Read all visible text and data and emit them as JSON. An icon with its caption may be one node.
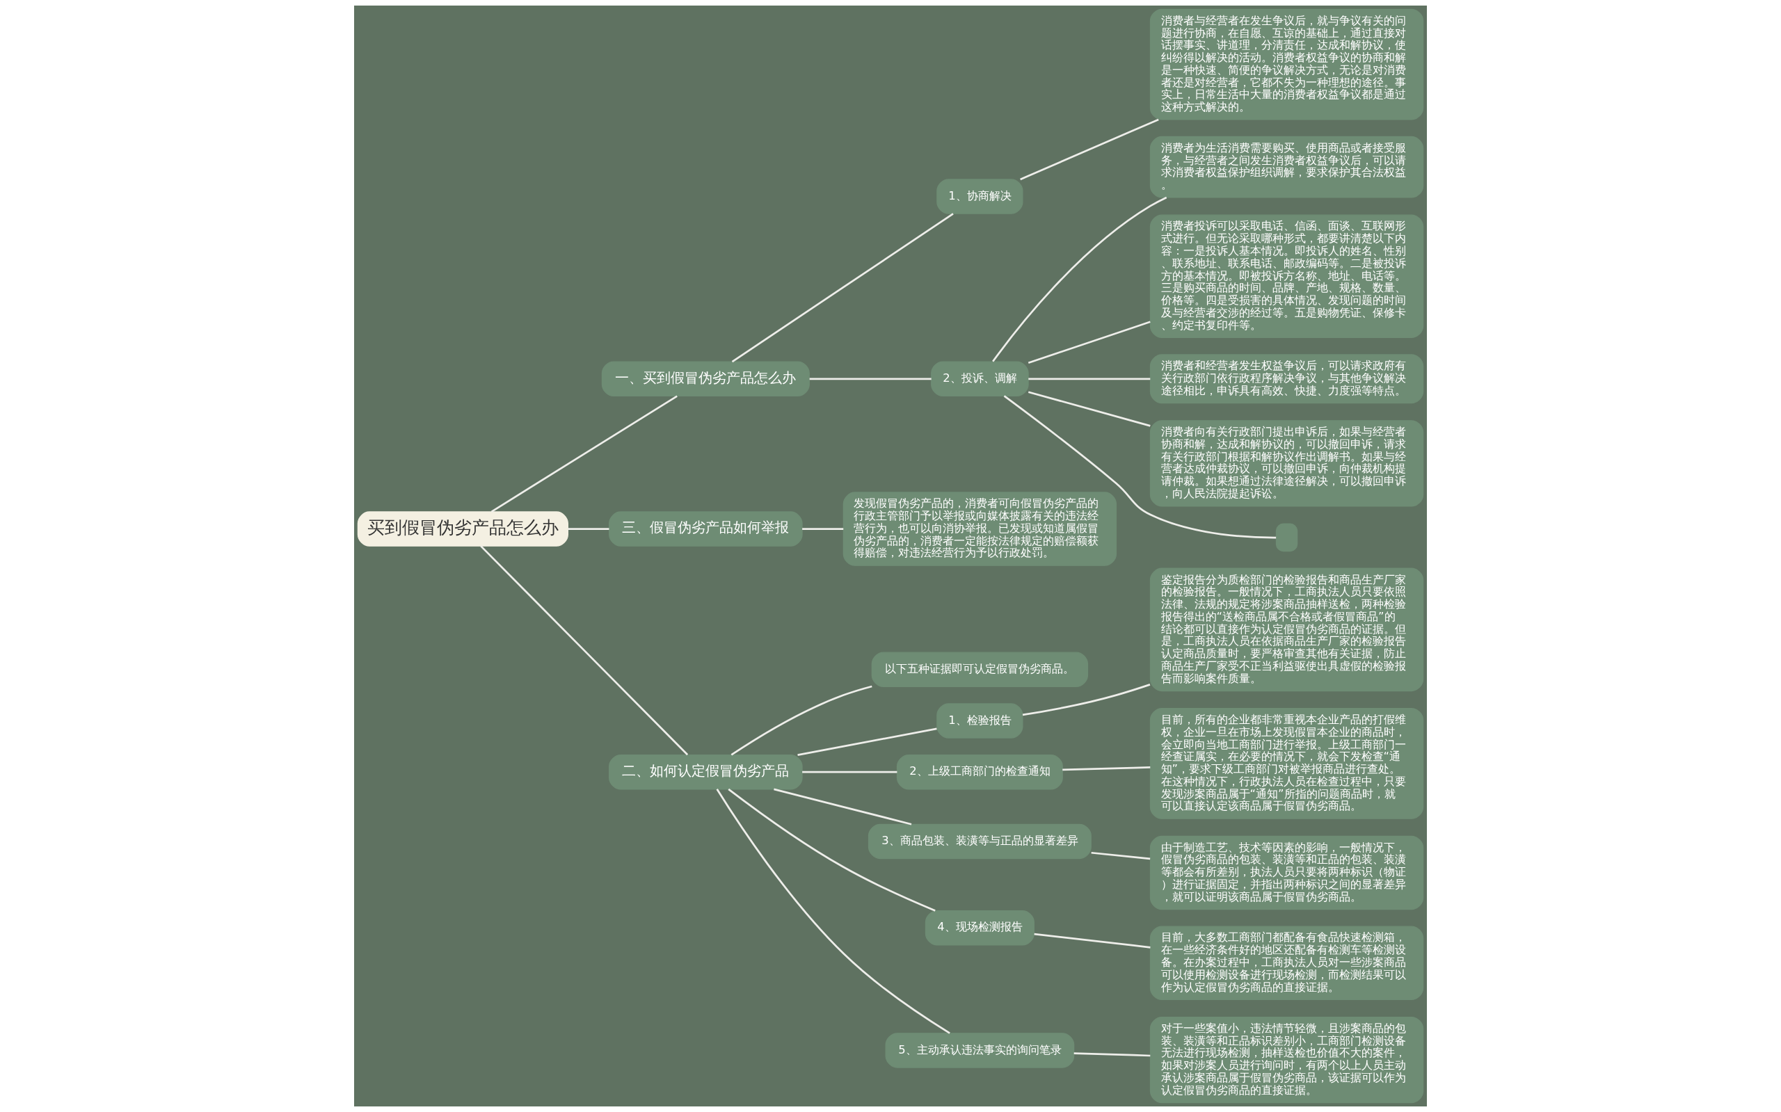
{
  "diagram": {
    "nodes": [
      {
        "text": [
          "买到假冒伪劣产品怎么办"
        ]
      },
      {
        "text": [
          "一、买到假冒伪劣产品怎么办"
        ]
      },
      {
        "text": [
          "1、协商解决"
        ]
      },
      {
        "text": [
          "消费者与经营者在发生争议后，就与争议有关的问题进行协商，在自愿、互谅的基础上，通过直接对话摆事实、讲道理，分清责任，达成和解协议，使纠纷得以解决的活动。消费者权益争议的协商和解是一种快速、简便的争议解决方式，无论是对消费者还是对经营者，它都不失为一种理想的途径。事实上，日常生活中大量的消费者权益争议都是通过这种方式解决的。"
        ]
      },
      {
        "text": [
          "2、投诉、调解"
        ]
      },
      {
        "text": [
          "消费者为生活消费需要购买、使用商品或者接受服务，与经营者之间发生消费者权益争议后，可以请求消费者权益保护组织调解，要求保护其合法权益。"
        ]
      },
      {
        "text": [
          "消费者投诉可以采取电话、信函、面谈、互联网形式进行。但无论采取哪种形式，都要讲清楚以下内容：一是投诉人基本情况。即投诉人的姓名、性别、联系地址、联系电话、邮政编码等。二是被投诉方的基本情况。即被投诉方名称、地址、电话等。三是购买商品的时间、品牌、产地、规格、数量、价格等。四是受损害的具体情况、发现问题的时间及与经营者交涉的经过等。五是购物凭证、保修卡、约定书复印件等。"
        ]
      },
      {
        "text": [
          "消费者和经营者发生权益争议后，可以请求政府有关行政部门依行政程序解决争议，与其他争议解决途径相比，申诉具有高效、快捷、力度强等特点。"
        ]
      },
      {
        "text": [
          "消费者向有关行政部门提出申诉后，如果与经营者协商和解，达成和解协议的，可以撤回申诉，请求有关行政部门根据和解协议作出调解书。如果与经营者达成仲裁协议，可以撤回申诉，向仲裁机构提请仲裁。如果想通过法律途径解决，可以撤回申诉，向人民法院提起诉讼。"
        ]
      },
      {
        "text": [],
        "shape": "box"
      },
      {
        "text": [
          "三、假冒伪劣产品如何举报"
        ]
      },
      {
        "text": [
          "发现假冒伪劣产品的，消费者可向假冒伪劣产品的行政主管部门予以举报或向媒体披露有关的违法经营行为，也可以向消协举报。已发现或知道属假冒伪劣产品的，消费者一定能按法律规定的赔偿额获得赔偿，对违法经营行为予以行政处罚。"
        ]
      },
      {
        "text": [
          "二、如何认定假冒伪劣产品"
        ]
      },
      {
        "text": [
          "以下五种证据即可认定假冒伪劣商品。"
        ]
      },
      {
        "text": [
          "1、检验报告"
        ]
      },
      {
        "text": [
          "鉴定报告分为质检部门的检验报告和商品生产厂家的检验报告。一般情况下，工商执法人员只要依照法律、法规的规定将涉案商品抽样送检，两种检验报告得出的“送检商品属不合格或者假冒商品”的结论都可以直接作为认定假冒伪劣商品的证据。但是，工商执法人员在依据商品生产厂家的检验报告认定商品质量时，要严格审查其他有关证据，防止商品生产厂家受不正当利益驱使出具虚假的检验报告而影响案件质量。"
        ]
      },
      {
        "text": [
          "2、上级工商部门的检查通知"
        ]
      },
      {
        "text": [
          "目前，所有的企业都非常重视本企业产品的打假维权，企业一旦在市场上发现假冒本企业的商品时，会立即向当地工商部门进行举报。上级工商部门一经查证属实，在必要的情况下，就会下发检查“通知”，要求下级工商部门对被举报商品进行查处。在这种情况下，行政执法人员在检查过程中，只要发现涉案商品属于“通知”所指的问题商品时，就可以直接认定该商品属于假冒伪劣商品。"
        ]
      },
      {
        "text": [
          "3、商品包装、装潢等与正品的显著差异"
        ]
      },
      {
        "text": [
          "由于制造工艺、技术等因素的影响，一般情况下，假冒伪劣商品的包装、装潢等和正品的包装、装潢等都会有所差别，执法人员只要将两种标识（物证）进行证据固定，并指出两种标识之间的显著差异，就可以证明该商品属于假冒伪劣商品。"
        ]
      },
      {
        "text": [
          "4、现场检测报告"
        ]
      },
      {
        "text": [
          "目前，大多数工商部门都配备有食品快速检测箱，在一些经济条件好的地区还配备有检测车等检测设备。在办案过程中，工商执法人员对一些涉案商品可以使用检测设备进行现场检测，而检测结果可以作为认定假冒伪劣商品的直接证据。"
        ]
      },
      {
        "text": [
          "5、主动承认违法事实的询问笔录"
        ]
      },
      {
        "text": [
          "对于一些案值小，违法情节轻微，且涉案商品的包装、装潢等和正品标识差别小，工商部门检测设备无法进行现场检测，抽样送检也价值不大的案件，如果对涉案人员进行询问时，有两个以上人员主动承认涉案商品属于假冒伪劣商品，该证据可以作为认定假冒伪劣商品的直接证据。"
        ]
      }
    ],
    "edges": [
      {
        "from": 0,
        "to": 1,
        "arrow": "none"
      },
      {
        "from": 1,
        "to": 2,
        "arrow": "none"
      },
      {
        "from": 2,
        "to": 3,
        "arrow": "none"
      },
      {
        "from": 1,
        "to": 4,
        "arrow": "none"
      },
      {
        "from": 4,
        "to": 5,
        "arrow": "none"
      },
      {
        "from": 4,
        "to": 6,
        "arrow": "none"
      },
      {
        "from": 4,
        "to": 7,
        "arrow": "none"
      },
      {
        "from": 4,
        "to": 8,
        "arrow": "none"
      },
      {
        "from": 4,
        "to": 9,
        "arrow": "none"
      },
      {
        "from": 0,
        "to": 10,
        "arrow": "none"
      },
      {
        "from": 10,
        "to": 11,
        "arrow": "none"
      },
      {
        "from": 0,
        "to": 12,
        "arrow": "none"
      },
      {
        "from": 12,
        "to": 13,
        "arrow": "none"
      },
      {
        "from": 12,
        "to": 14,
        "arrow": "none"
      },
      {
        "from": 14,
        "to": 15,
        "arrow": "none"
      },
      {
        "from": 12,
        "to": 16,
        "arrow": "none"
      },
      {
        "from": 16,
        "to": 17,
        "arrow": "none"
      },
      {
        "from": 12,
        "to": 18,
        "arrow": "none"
      },
      {
        "from": 18,
        "to": 19,
        "arrow": "none"
      },
      {
        "from": 12,
        "to": 20,
        "arrow": "none"
      },
      {
        "from": 20,
        "to": 21,
        "arrow": "none"
      },
      {
        "from": 12,
        "to": 22,
        "arrow": "none"
      },
      {
        "from": 22,
        "to": 23,
        "arrow": "none"
      }
    ]
  }
}
